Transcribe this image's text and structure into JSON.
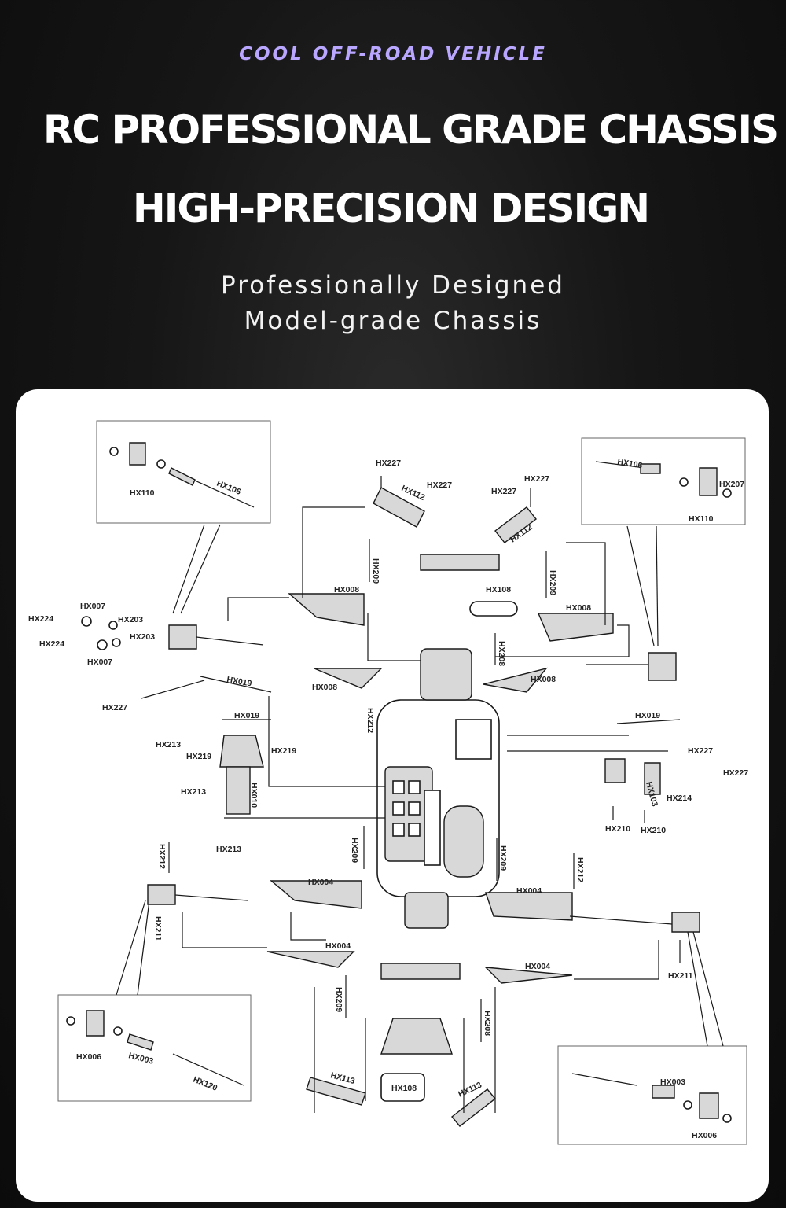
{
  "header": {
    "tagline": "COOL OFF-ROAD VEHICLE",
    "title_line1": "RC PROFESSIONAL GRADE CHASSIS",
    "title_line2": "HIGH-PRECISION DESIGN",
    "subtitle_line1": "Professionally Designed",
    "subtitle_line2": "Model-grade Chassis"
  },
  "diagram": {
    "labels": {
      "tl_hx106": "HX106",
      "tl_hx110": "HX110",
      "tr_hx106": "HX106",
      "tr_hx207": "HX207",
      "tr_hx110": "HX110",
      "hx227_a": "HX227",
      "hx227_b": "HX227",
      "hx227_c": "HX227",
      "hx227_d": "HX227",
      "hx112_a": "HX112",
      "hx112_b": "HX112",
      "hx209_a": "HX209",
      "hx209_b": "HX209",
      "hx008_a": "HX008",
      "hx008_b": "HX008",
      "hx008_c": "HX008",
      "hx008_d": "HX008",
      "hx108_top": "HX108",
      "hx208_a": "HX208",
      "hx007_a": "HX007",
      "hx007_b": "HX007",
      "hx224_a": "HX224",
      "hx224_b": "HX224",
      "hx203_a": "HX203",
      "hx203_b": "HX203",
      "hx019_a": "HX019",
      "hx019_b": "HX019",
      "hx019_c": "HX019",
      "hx227_e": "HX227",
      "hx227_f": "HX227",
      "hx227_g": "HX227",
      "hx212_a": "HX212",
      "hx213_a": "HX213",
      "hx213_b": "HX213",
      "hx213_c": "HX213",
      "hx219_a": "HX219",
      "hx219_b": "HX219",
      "hx010": "HX010",
      "hx214": "HX214",
      "hx103": "HX103",
      "hx210_a": "HX210",
      "hx210_b": "HX210",
      "hx209_c": "HX209",
      "hx209_d": "HX209",
      "hx212_b": "HX212",
      "hx212_c": "HX212",
      "hx211_a": "HX211",
      "hx211_b": "HX211",
      "hx004_a": "HX004",
      "hx004_b": "HX004",
      "hx004_c": "HX004",
      "hx004_d": "HX004",
      "hx209_e": "HX209",
      "hx208_b": "HX208",
      "hx113_a": "HX113",
      "hx113_b": "HX113",
      "hx108_bottom": "HX108",
      "bl_hx006": "HX006",
      "bl_hx003": "HX003",
      "bl_hx120": "HX120",
      "br_hx003": "HX003",
      "br_hx006": "HX006"
    }
  }
}
